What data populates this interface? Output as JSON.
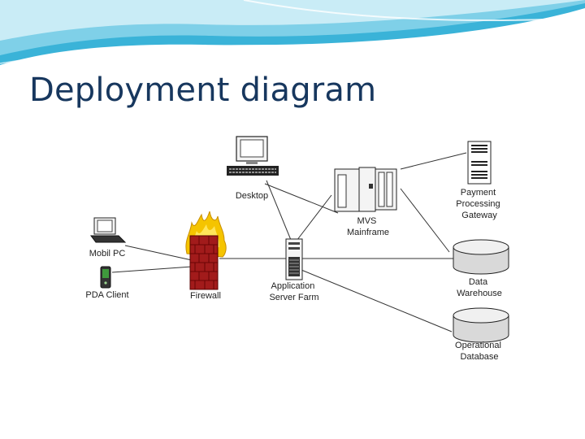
{
  "slide": {
    "title": "Deployment diagram",
    "accent_color": "#17375e",
    "header_wave_colors": [
      "#3ab3d8",
      "#7fd0e8",
      "#c9ecf6"
    ]
  },
  "diagram": {
    "nodes": [
      {
        "id": "desktop",
        "icon": "desktop-computer-icon",
        "label_lines": [
          "Desktop"
        ]
      },
      {
        "id": "mainframe",
        "icon": "mainframe-icon",
        "label_lines": [
          "MVS",
          "Mainframe"
        ]
      },
      {
        "id": "payment",
        "icon": "server-rack-icon",
        "label_lines": [
          "Payment",
          "Processing",
          "Gateway"
        ]
      },
      {
        "id": "laptop",
        "icon": "laptop-icon",
        "label_lines": [
          "Mobil PC"
        ]
      },
      {
        "id": "pda",
        "icon": "pda-icon",
        "label_lines": [
          "PDA Client"
        ]
      },
      {
        "id": "firewall",
        "icon": "firewall-icon",
        "label_lines": [
          "Firewall"
        ]
      },
      {
        "id": "appserver",
        "icon": "tower-server-icon",
        "label_lines": [
          "Application",
          "Server Farm"
        ]
      },
      {
        "id": "warehouse",
        "icon": "database-icon",
        "label_lines": [
          "Data",
          "Warehouse"
        ]
      },
      {
        "id": "opsdb",
        "icon": "database-icon",
        "label_lines": [
          "Operational",
          "Database"
        ]
      }
    ]
  }
}
